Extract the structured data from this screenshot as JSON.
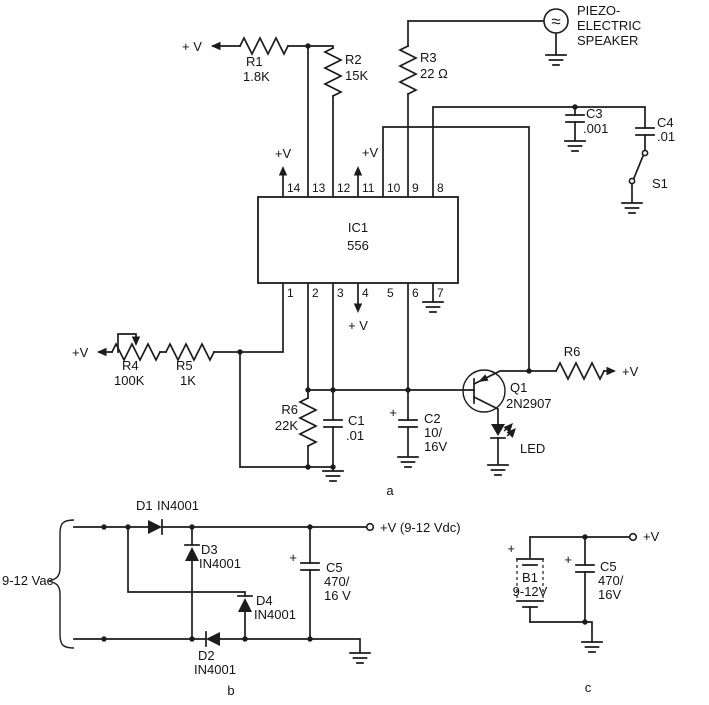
{
  "a": {
    "caption": "a",
    "pins_top": [
      "14",
      "13",
      "12",
      "11",
      "10",
      "9",
      "8"
    ],
    "pins_bottom": [
      "1",
      "2",
      "3",
      "4",
      "5",
      "6",
      "7"
    ],
    "labels": {
      "vtop": "+ V",
      "v14": "+V",
      "v11": "+V",
      "v4": "+ V",
      "vleft": "+V",
      "vright": "+V",
      "spk1": "PIEZO-",
      "spk2": "ELECTRIC",
      "spk3": "SPEAKER",
      "spk_sym": "≈",
      "r1": "R1",
      "r1v": "1.8K",
      "r2": "R2",
      "r2v": "15K",
      "r3": "R3",
      "r3v": "22 Ω",
      "r4": "R4",
      "r4v": "100K",
      "r5": "R5",
      "r5v": "1K",
      "r6a": "R6",
      "r6av": "22K",
      "r6b": "R6",
      "c1": "C1",
      "c1v": ".01",
      "c2": "C2",
      "c2v1": "10/",
      "c2v2": "16V",
      "c2plus": "+",
      "c3": "C3",
      "c3v": ".001",
      "c4": "C4",
      "c4v": ".01",
      "s1": "S1",
      "ic": "IC1",
      "icv": "556",
      "q1": "Q1",
      "q1v": "2N2907",
      "led": "LED"
    }
  },
  "b": {
    "caption": "b",
    "vac": "9-12 Vac",
    "vout": "+V (9-12 Vdc)",
    "d1": "D1",
    "d1v": "IN4001",
    "d2": "D2",
    "d2v": "IN4001",
    "d3": "D3",
    "d3v": "IN4001",
    "d4": "D4",
    "d4v": "IN4001",
    "c5": "C5",
    "c5v1": "470/",
    "c5v2": "16 V",
    "c5plus": "+"
  },
  "c": {
    "caption": "c",
    "b1": "B1",
    "b1v": "9-12V",
    "b1plus": "+",
    "c5": "C5",
    "c5v1": "470/",
    "c5v2": "16V",
    "c5plus": "+",
    "vout": "+V"
  }
}
